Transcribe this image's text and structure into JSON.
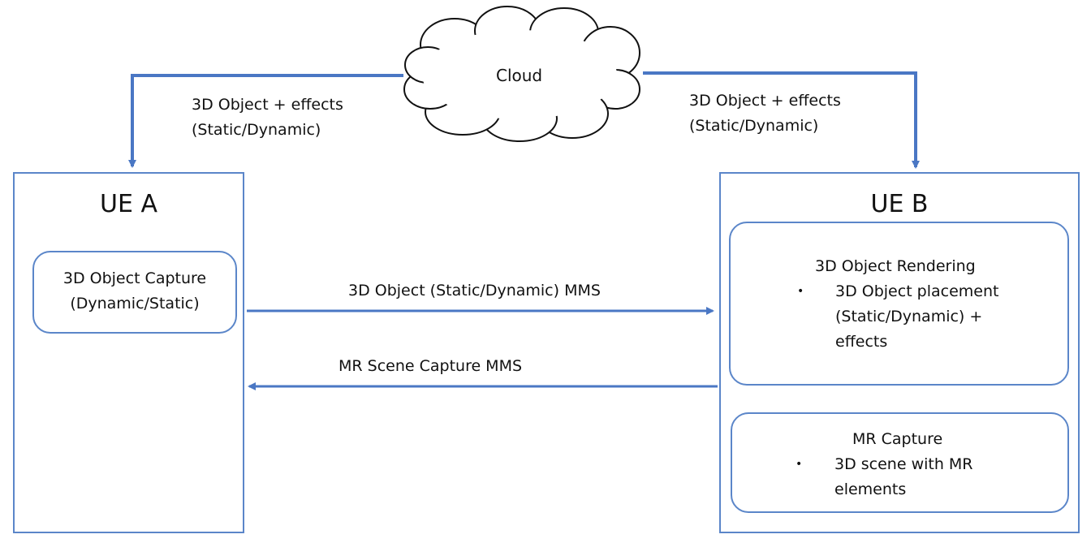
{
  "cloud": {
    "label": "Cloud"
  },
  "ue_a": {
    "title": "UE A",
    "capture_box": {
      "line1": "3D Object Capture",
      "line2": "(Dynamic/Static)"
    }
  },
  "ue_b": {
    "title": "UE B",
    "rendering_box": {
      "title": "3D Object Rendering",
      "bullet_symbol": "•",
      "bullet_line1": "3D Object placement",
      "bullet_line2": "(Static/Dynamic) +",
      "bullet_line3": "effects"
    },
    "mr_capture_box": {
      "title": "MR Capture",
      "bullet_symbol": "•",
      "bullet_line1": "3D scene with MR",
      "bullet_line2": "elements"
    }
  },
  "flows": {
    "cloud_to_a": {
      "line1": "3D Object + effects",
      "line2": "(Static/Dynamic)"
    },
    "cloud_to_b": {
      "line1": "3D Object + effects",
      "line2": "(Static/Dynamic)"
    },
    "a_to_b": {
      "label": "3D Object (Static/Dynamic) MMS"
    },
    "b_to_a": {
      "label": "MR Scene Capture MMS"
    }
  },
  "colors": {
    "line": "#5b86c9",
    "arrow": "#4a77c4"
  }
}
